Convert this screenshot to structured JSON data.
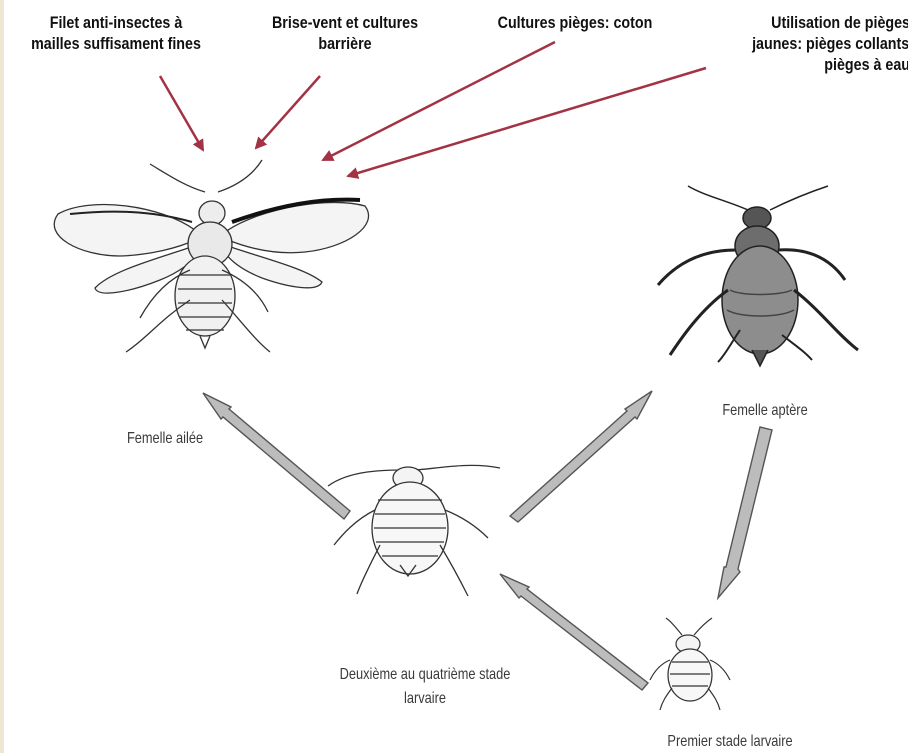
{
  "top_labels": {
    "filet": [
      "Filet anti-insectes à",
      "mailles suffisament fines"
    ],
    "brise_vent": [
      "Brise-vent et cultures",
      "barrière"
    ],
    "cultures_pieges": [
      "Cultures pièges: coton"
    ],
    "pieges_jaunes": [
      "Utilisation de pièges",
      "jaunes: pièges collants,",
      "pièges à eau"
    ]
  },
  "stage_labels": {
    "femelle_ailee": "Femelle ailée",
    "femelle_aptere": "Femelle aptère",
    "deuxieme_stade": [
      "Deuxième au quatrième stade",
      "larvaire"
    ],
    "premier_stade": "Premier stade larvaire"
  },
  "colors": {
    "pointer_arrow": "#a33344",
    "cycle_arrow_fill": "#bcbcbc",
    "cycle_arrow_stroke": "#555555"
  },
  "icons": [
    "winged-aphid-icon",
    "wingless-aphid-icon",
    "nymph-aphid-icon",
    "first-instar-aphid-icon"
  ]
}
